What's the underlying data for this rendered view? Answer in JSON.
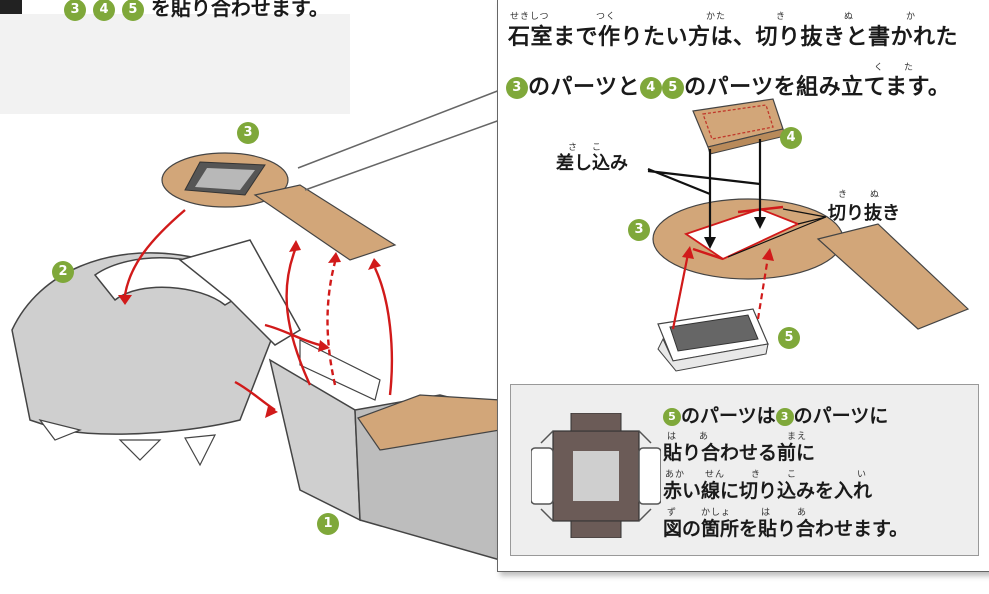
{
  "header": {
    "instruction_tail": "を貼り合わせます。",
    "badges": [
      "3",
      "4",
      "5"
    ]
  },
  "callout": {
    "line1_text": "石室まで作りたい方は、切り抜きと書かれた",
    "line1_furigana": [
      "せきしつ",
      "つく",
      "かた",
      "き",
      "ぬ",
      "か"
    ],
    "line2_text": "のパーツと",
    "line2_tail": "のパーツを組み立てます。",
    "line2_furigana": [
      "く",
      "た"
    ],
    "line2_badges": [
      "3",
      "4",
      "5"
    ]
  },
  "diagram_labels": {
    "sashikomi": "差し込み",
    "sashikomi_furigana": [
      "さ",
      "こ"
    ],
    "kirinuki": "切り抜き",
    "kirinuki_furigana": [
      "き",
      "ぬ"
    ]
  },
  "part_numbers": {
    "main_1": "1",
    "main_2": "2",
    "main_3": "3",
    "callout_3": "3",
    "callout_4": "4",
    "callout_5": "5"
  },
  "note": {
    "line1_part": "のパーツは",
    "line1_tail": "のパーツに",
    "line1_badges": [
      "5",
      "3"
    ],
    "line2": "貼り合わせる前に",
    "line2_furigana": [
      "は",
      "あ",
      "まえ"
    ],
    "line3": "赤い線に切り込みを入れ",
    "line3_furigana": [
      "あか",
      "せん",
      "き",
      "こ",
      "い"
    ],
    "line4": "図の箇所を貼り合わせます。",
    "line4_furigana": [
      "ず",
      "かしょ",
      "は",
      "あ"
    ]
  },
  "colors": {
    "badge_green": "#7fa83a",
    "cardboard": "#d2a679",
    "arrow_red": "#d11a1a",
    "gray_part": "#cfcfcf"
  }
}
